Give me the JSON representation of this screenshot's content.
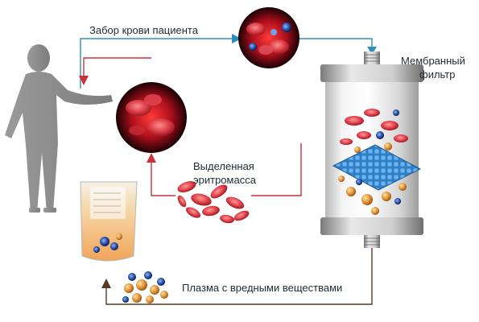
{
  "labels": {
    "blood_collection": "Забор крови пациента",
    "membrane_filter_line1": "Мембранный",
    "membrane_filter_line2": "фильтр",
    "separated_rbc_line1": "Выделенная",
    "separated_rbc_line2": "эритромасса",
    "plasma_with_harmful": "Плазма с вредными веществами"
  },
  "colors": {
    "outflow_arrow": "#2b8fb8",
    "return_arrow": "#c8323a",
    "plasma_arrow": "#5a3a22",
    "silhouette": "#8a8a8a",
    "blood_red": "#c8102e",
    "filter_mesh": "#2f7fc4",
    "plasma_orange": "#f3b26a"
  },
  "icons": {
    "patient": "person-silhouette-icon",
    "blood_circle_top": "blood-cells-circle-icon",
    "blood_circle_left": "returned-blood-circle-icon",
    "filter": "membrane-filter-cylinder-icon",
    "bag": "plasma-bag-icon"
  }
}
